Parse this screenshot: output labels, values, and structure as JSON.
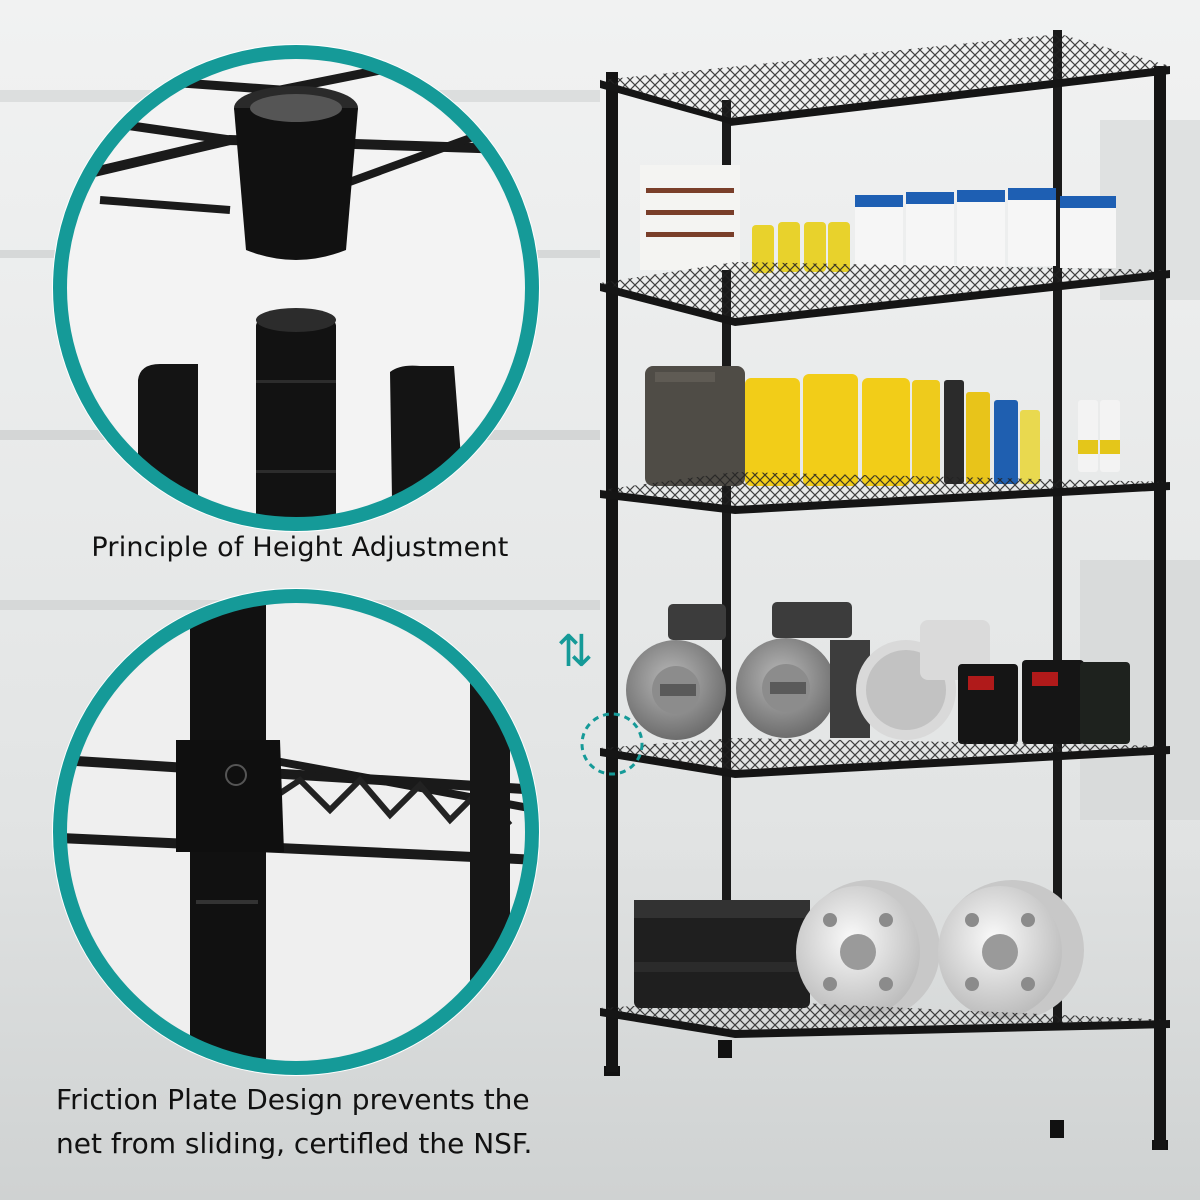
{
  "captions": {
    "height_adjustment": "Principle of Height Adjustment",
    "friction_line1": "Friction Plate Design prevents the",
    "friction_line2": "net from sliding, certifled the NSF."
  },
  "colors": {
    "accent_teal": "#159a98",
    "shelf_black": "#141414",
    "background": "#e9eaea"
  },
  "icons": {
    "adjust_arrows": "⇅"
  }
}
